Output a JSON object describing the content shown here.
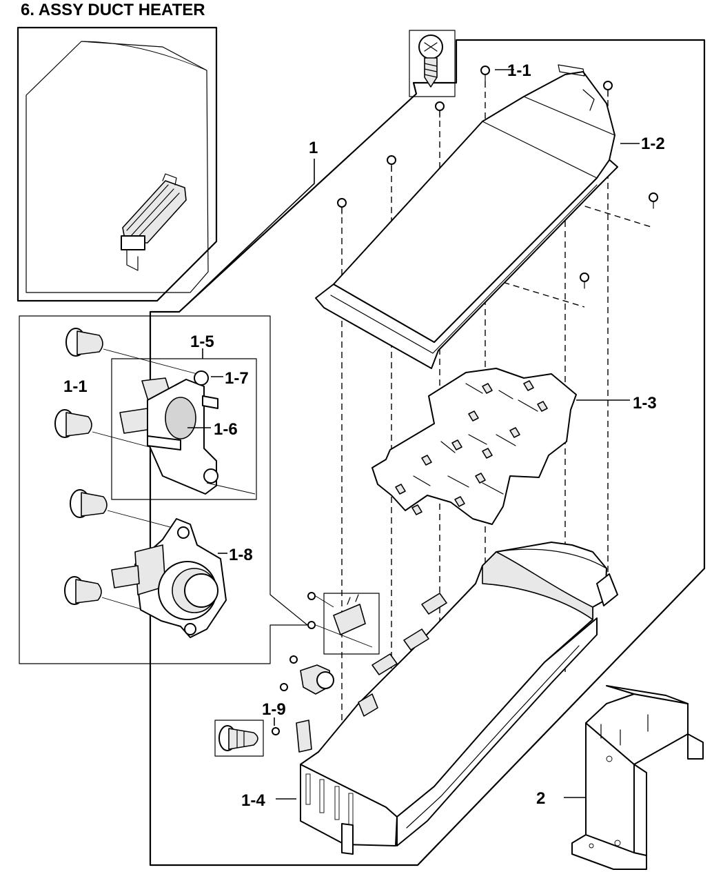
{
  "title": "6. ASSY DUCT HEATER",
  "callouts": {
    "c1": "1",
    "c1_1_top": "1-1",
    "c1_2": "1-2",
    "c1_3": "1-3",
    "c1_4": "1-4",
    "c1_5": "1-5",
    "c1_6": "1-6",
    "c1_7": "1-7",
    "c1_8": "1-8",
    "c1_9": "1-9",
    "c1_1_left": "1-1",
    "c2": "2"
  }
}
